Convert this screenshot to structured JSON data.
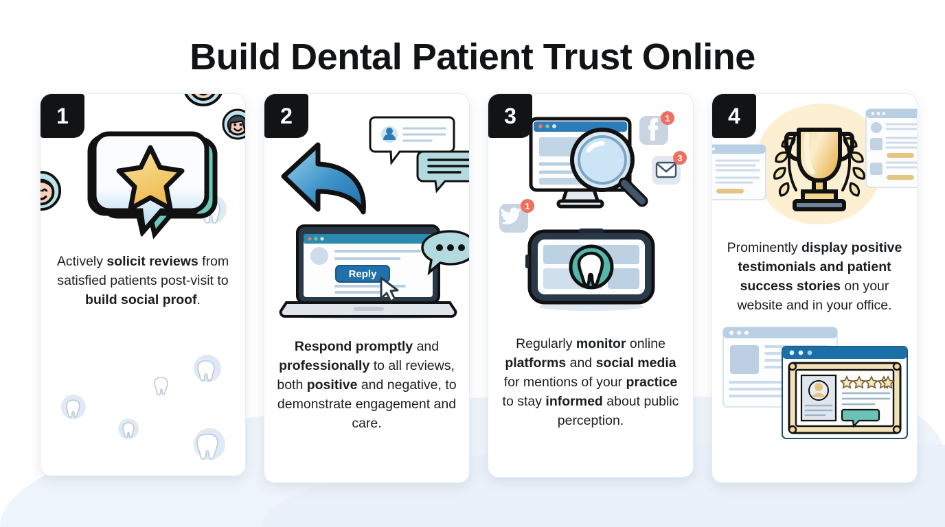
{
  "title": "Build Dental Patient Trust Online",
  "theme": {
    "background": "#ffffff",
    "wave": "#eef4fb",
    "badge_bg": "#111315",
    "badge_text": "#ffffff",
    "card_bg": "#ffffff",
    "accent_blue": "#2b7cb9",
    "accent_teal": "#55bdb0",
    "accent_gold": "#f0c864",
    "text": "#1b1e21"
  },
  "cards": [
    {
      "number": "1",
      "icon": "star-speech-bubble-icon",
      "caption_parts": [
        {
          "text": "Actively ",
          "bold": false
        },
        {
          "text": "solicit reviews",
          "bold": true
        },
        {
          "text": " from satisfied patients post-visit to ",
          "bold": false
        },
        {
          "text": "build social proof",
          "bold": true
        },
        {
          "text": ".",
          "bold": false
        }
      ],
      "caption_plain": "Actively solicit reviews from satisfied patients post-visit to build social proof."
    },
    {
      "number": "2",
      "icon": "reply-arrow-laptop-icon",
      "laptop_button_label": "Reply",
      "caption_parts": [
        {
          "text": "",
          "bold": false
        },
        {
          "text": "Respond promptly",
          "bold": true
        },
        {
          "text": " and ",
          "bold": false
        },
        {
          "text": "professionally",
          "bold": true
        },
        {
          "text": " to all reviews, both ",
          "bold": false
        },
        {
          "text": "positive",
          "bold": true
        },
        {
          "text": " and negative, to demonstrate engagement and care.",
          "bold": false
        }
      ],
      "caption_plain": "Respond promptly and professionally to all reviews, both positive and negative, to demonstrate engagement and care."
    },
    {
      "number": "3",
      "icon": "monitor-magnifier-phone-icon",
      "notification_badges": [
        {
          "platform": "facebook",
          "count": "1"
        },
        {
          "platform": "mail",
          "count": "3"
        },
        {
          "platform": "twitter",
          "count": "1"
        }
      ],
      "caption_parts": [
        {
          "text": "Regularly ",
          "bold": false
        },
        {
          "text": "monitor",
          "bold": true
        },
        {
          "text": " online ",
          "bold": false
        },
        {
          "text": "platforms",
          "bold": true
        },
        {
          "text": " and ",
          "bold": false
        },
        {
          "text": "social media",
          "bold": true
        },
        {
          "text": " for mentions of your ",
          "bold": false
        },
        {
          "text": "practice",
          "bold": true
        },
        {
          "text": " to stay ",
          "bold": false
        },
        {
          "text": "informed",
          "bold": true
        },
        {
          "text": " about public perception.",
          "bold": false
        }
      ],
      "caption_plain": "Regularly monitor online platforms and social media for mentions of your practice to stay informed about public perception."
    },
    {
      "number": "4",
      "icon": "trophy-laurel-testimonial-icon",
      "star_rating": "5",
      "caption_parts": [
        {
          "text": "Prominently ",
          "bold": false
        },
        {
          "text": "display positive testimonials and patient success stories",
          "bold": true
        },
        {
          "text": " on your website and in your office.",
          "bold": false
        }
      ],
      "caption_plain": "Prominently display positive testimonials and patient success stories on your website and in your office."
    }
  ]
}
